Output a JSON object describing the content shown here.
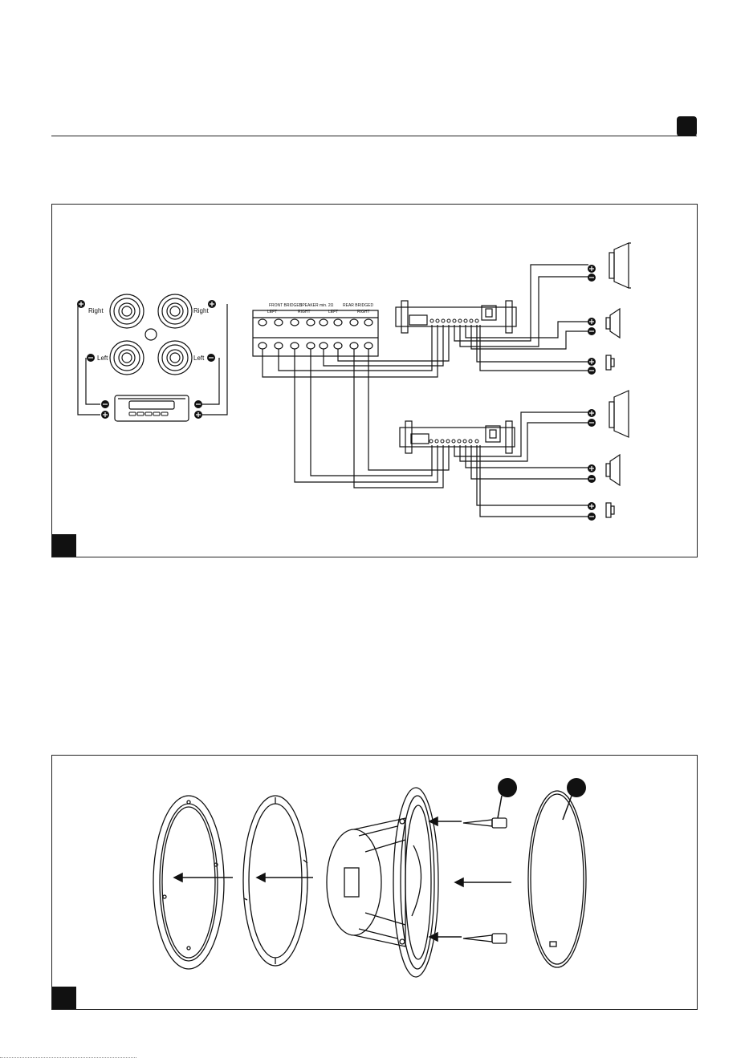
{
  "diagram_top": {
    "labels": {
      "right_left": "Right",
      "right_right": "Right",
      "left_left": "Left",
      "left_right": "Left",
      "speaker_label": "SPEAKER min. 2Ω",
      "front_label": "FRONT BRIDGED",
      "rear_label": "REAR BRIDGED",
      "ch_left_1": "LEFT",
      "ch_right_1": "RIGHT",
      "ch_left_2": "LEFT",
      "ch_right_2": "RIGHT"
    }
  },
  "diagram_bottom": {
    "callouts": [
      "",
      ""
    ]
  },
  "colors": {
    "ink": "#111111",
    "paper": "#ffffff"
  }
}
